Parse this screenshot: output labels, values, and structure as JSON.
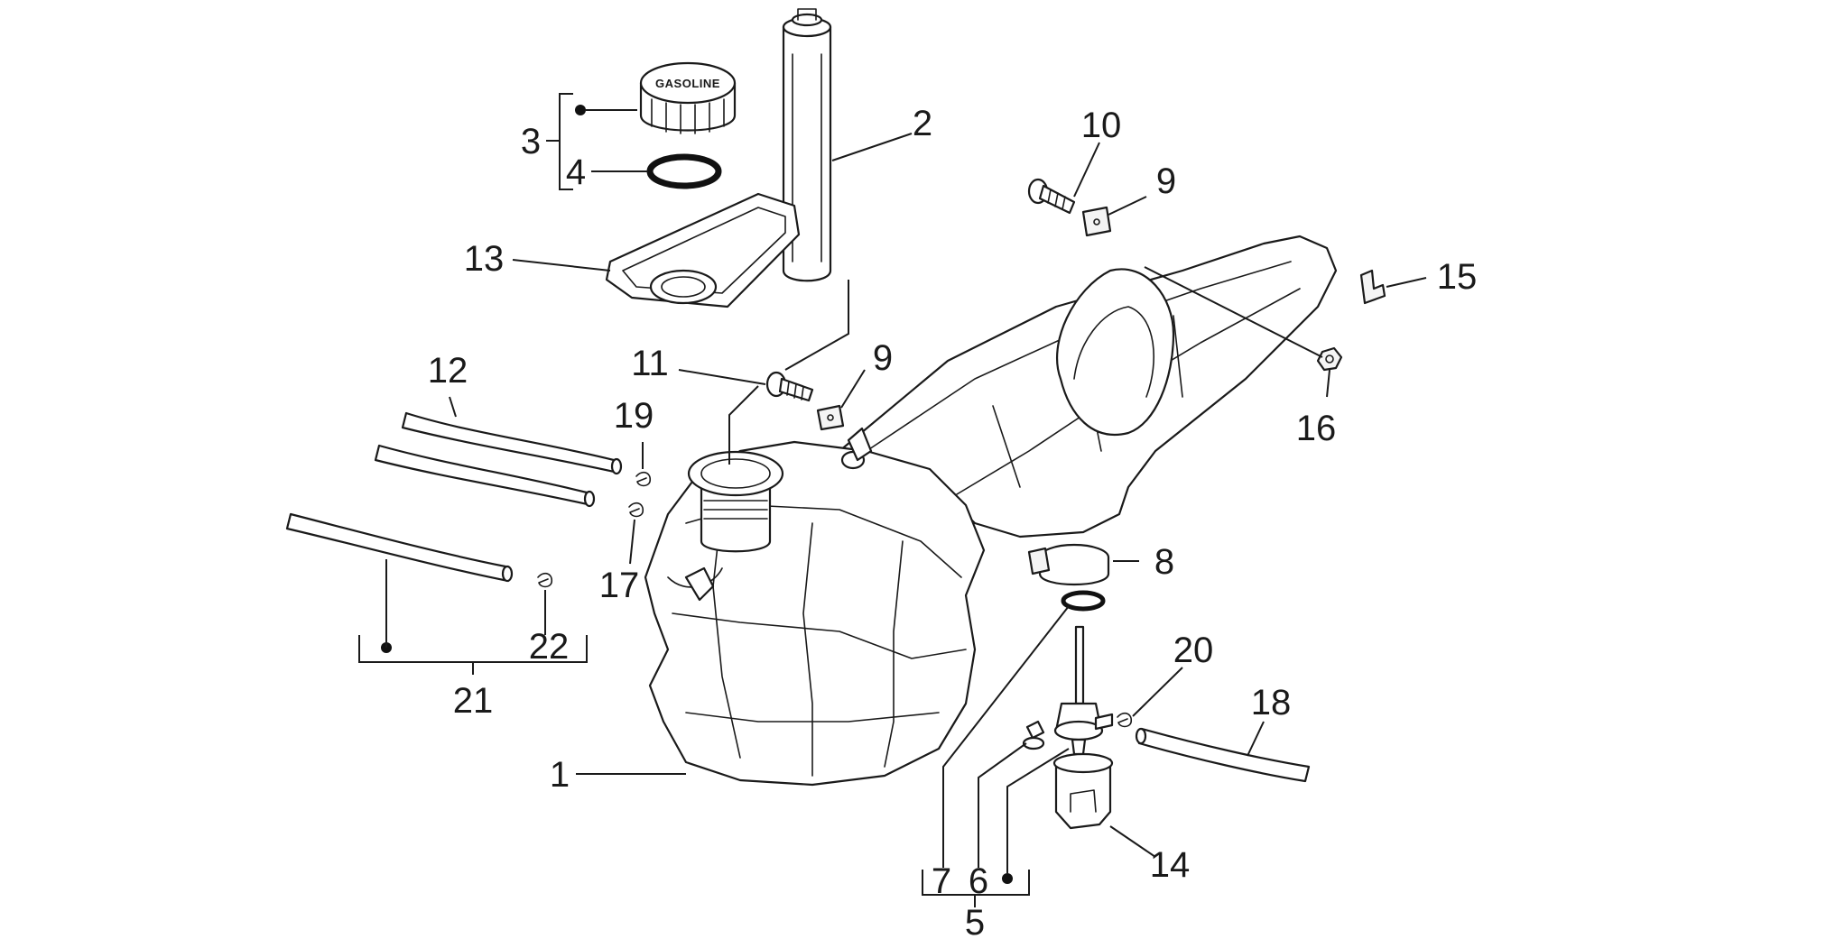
{
  "cap_marking": "GASOLINE",
  "callouts": {
    "c1": "1",
    "c2": "2",
    "c3": "3",
    "c4": "4",
    "c5": "5",
    "c6": "6",
    "c7": "7",
    "c8": "8",
    "c9a": "9",
    "c9b": "9",
    "c10": "10",
    "c11": "11",
    "c12": "12",
    "c13": "13",
    "c14": "14",
    "c15": "15",
    "c16": "16",
    "c17": "17",
    "c18": "18",
    "c19": "19",
    "c20": "20",
    "c21": "21",
    "c22": "22"
  }
}
